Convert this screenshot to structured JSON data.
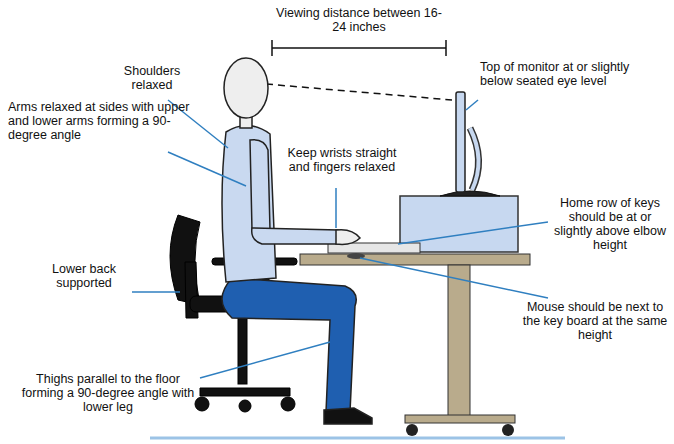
{
  "diagram": {
    "labels": [
      "Viewing distance between 16-24 inches",
      "Shoulders relaxed",
      "Top of monitor at or slightly below seated eye level",
      "Arms relaxed at sides with upper and lower arms forming a 90-degree angle",
      "Keep wrists straight and fingers relaxed",
      "Home row of keys should be at or slightly above elbow height",
      "Lower back supported",
      "Mouse should be next to the key board at the same height",
      "Thighs parallel to the floor forming a 90-degree angle with lower leg"
    ]
  }
}
